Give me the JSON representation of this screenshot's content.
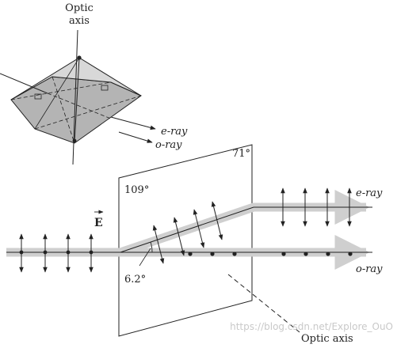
{
  "inset": {
    "optic_axis_label_line1": "Optic",
    "optic_axis_label_line2": "axis",
    "e_ray_label": "e-ray",
    "o_ray_label": "o-ray"
  },
  "main": {
    "angle_obtuse": "109°",
    "angle_acute": "71°",
    "field_label": "E",
    "walkoff_angle": "6.2°",
    "e_ray_label": "e-ray",
    "o_ray_label": "o-ray",
    "optic_axis_label": "Optic axis"
  },
  "watermark": "https://blog.csdn.net/Explore_OuO",
  "colors": {
    "ray_band": "#cfcfcf",
    "stroke": "#222222",
    "crystal_face": "#bdbdbd",
    "crystal_top": "#d6d6d6"
  }
}
